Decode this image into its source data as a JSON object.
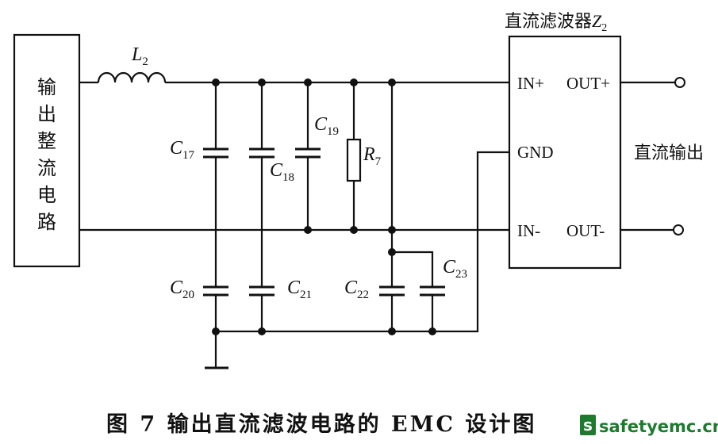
{
  "rectifier": {
    "label": [
      "输",
      "出",
      "整",
      "流",
      "电",
      "路"
    ]
  },
  "filter": {
    "title_prefix": "直流滤波器",
    "title_z": "Z",
    "title_sub": "2",
    "in_plus": "IN+",
    "out_plus": "OUT+",
    "gnd": "GND",
    "in_minus": "IN-",
    "out_minus": "OUT-"
  },
  "output_label": "直流输出",
  "components": {
    "L2": {
      "letter": "L",
      "sub": "2"
    },
    "C17": {
      "letter": "C",
      "sub": "17"
    },
    "C18": {
      "letter": "C",
      "sub": "18"
    },
    "C19": {
      "letter": "C",
      "sub": "19"
    },
    "R7": {
      "letter": "R",
      "sub": "7"
    },
    "C20": {
      "letter": "C",
      "sub": "20"
    },
    "C21": {
      "letter": "C",
      "sub": "21"
    },
    "C22": {
      "letter": "C",
      "sub": "22"
    },
    "C23": {
      "letter": "C",
      "sub": "23"
    }
  },
  "caption": "图 7   输出直流滤波电路的 EMC 设计图",
  "watermark": {
    "s": "s",
    "text": "safetyemc.cn"
  }
}
